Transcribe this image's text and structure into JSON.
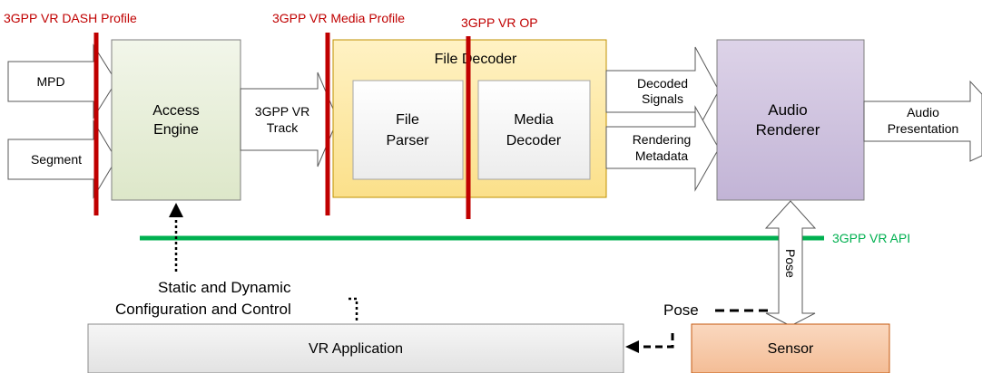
{
  "labels": {
    "dash_profile": "3GPP VR DASH Profile",
    "media_profile": "3GPP VR Media Profile",
    "vr_op": "3GPP VR OP",
    "vr_api": "3GPP VR API"
  },
  "inputs": {
    "mpd": "MPD",
    "segment": "Segment"
  },
  "access_engine": {
    "line1": "Access",
    "line2": "Engine"
  },
  "track_arrow": {
    "line1": "3GPP VR",
    "line2": "Track"
  },
  "file_decoder": {
    "title": "File Decoder",
    "file_parser": {
      "line1": "File",
      "line2": "Parser"
    },
    "media_decoder": {
      "line1": "Media",
      "line2": "Decoder"
    }
  },
  "decoded_signals": {
    "line1": "Decoded",
    "line2": "Signals"
  },
  "rendering_metadata": {
    "line1": "Rendering",
    "line2": "Metadata"
  },
  "audio_renderer": {
    "line1": "Audio",
    "line2": "Renderer"
  },
  "audio_presentation": {
    "line1": "Audio",
    "line2": "Presentation"
  },
  "pose_vertical": "Pose",
  "pose_horizontal": "Pose",
  "config_control": {
    "line1": "Static and Dynamic",
    "line2": "Configuration and Control"
  },
  "vr_application": "VR Application",
  "sensor": "Sensor",
  "colors": {
    "access_engine_fill": "#ebf1de",
    "file_decoder_fill": "#fde9a0",
    "audio_renderer_fill": "#ccc0da",
    "sensor_fill": "#f8cbad",
    "vr_application_fill": "#eeeeee",
    "profile_line": "#c00000",
    "api_line": "#00b050"
  }
}
